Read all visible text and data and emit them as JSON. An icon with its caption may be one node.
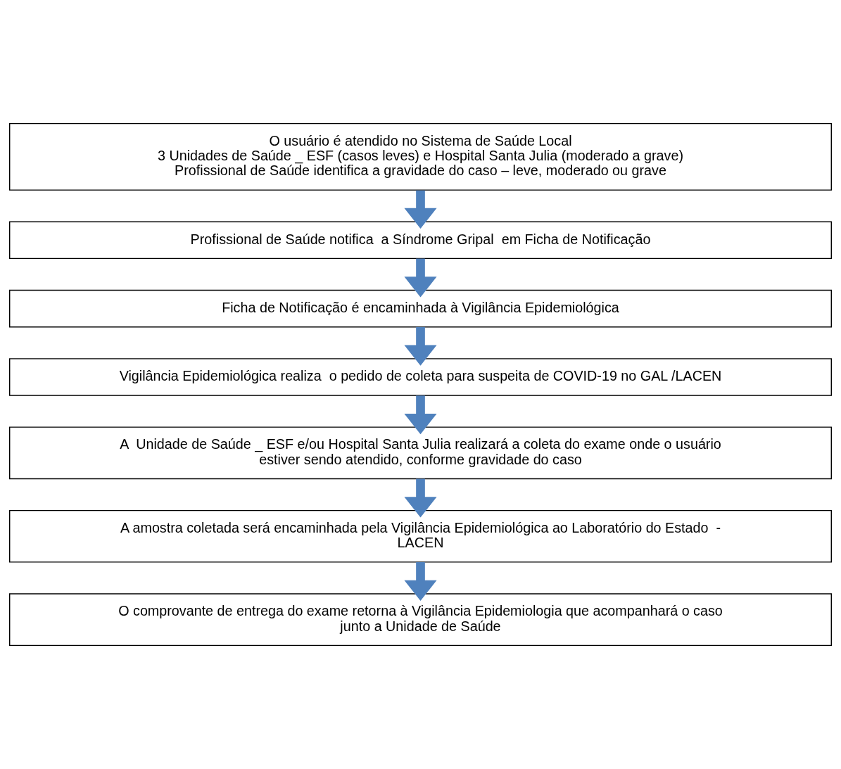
{
  "diagram": {
    "nodes": [
      {
        "text": [
          "O usuário é atendido no Sistema de Saúde Local",
          "3 Unidades de Saúde _ ESF (casos leves) e Hospital Santa Julia (moderado a grave)",
          "Profissional de Saúde identifica a gravidade do caso – leve, moderado ou grave"
        ]
      },
      {
        "text": [
          "Profissional de Saúde notifica  a Síndrome Gripal  em Ficha de Notificação"
        ]
      },
      {
        "text": [
          "Ficha de Notificação é encaminhada à Vigilância Epidemiológica"
        ]
      },
      {
        "text": [
          "Vigilância Epidemiológica realiza  o pedido de coleta para suspeita de COVID-19 no GAL /LACEN"
        ]
      },
      {
        "text": [
          "A  Unidade de Saúde _ ESF e/ou Hospital Santa Julia realizará a coleta do exame onde o usuário estiver sendo atendido, conforme gravidade do caso"
        ]
      },
      {
        "text": [
          "A amostra coletada será encaminhada pela Vigilância Epidemiológica ao Laboratório do Estado  - LACEN"
        ]
      },
      {
        "text": [
          "O comprovante de entrega do exame retorna à Vigilância Epidemiologia que acompanhará o caso junto a Unidade de Saúde"
        ]
      }
    ],
    "edges": [
      {
        "from": 0,
        "to": 1,
        "arrow": "to",
        "color": "#4f81bd"
      },
      {
        "from": 1,
        "to": 2,
        "arrow": "to",
        "color": "#4f81bd"
      },
      {
        "from": 2,
        "to": 3,
        "arrow": "to",
        "color": "#4f81bd"
      },
      {
        "from": 3,
        "to": 4,
        "arrow": "to",
        "color": "#4f81bd"
      },
      {
        "from": 4,
        "to": 5,
        "arrow": "to",
        "color": "#4f81bd"
      },
      {
        "from": 5,
        "to": 6,
        "arrow": "to",
        "color": "#4f81bd"
      }
    ]
  }
}
